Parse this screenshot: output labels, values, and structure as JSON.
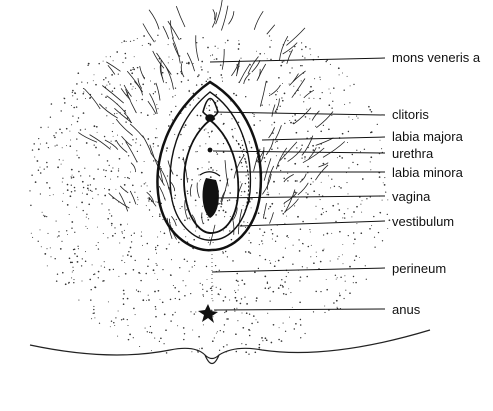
{
  "labels": {
    "mons": "mons veneris a",
    "clitoris": "clitoris",
    "labia_majora": "labia majora",
    "urethra": "urethra",
    "labia_minora": "labia minora",
    "vagina": "vagina",
    "vestibulum": "vestibulum",
    "perineum": "perineum",
    "anus": "anus"
  },
  "colors": {
    "ink": "#111111",
    "background": "#ffffff"
  }
}
